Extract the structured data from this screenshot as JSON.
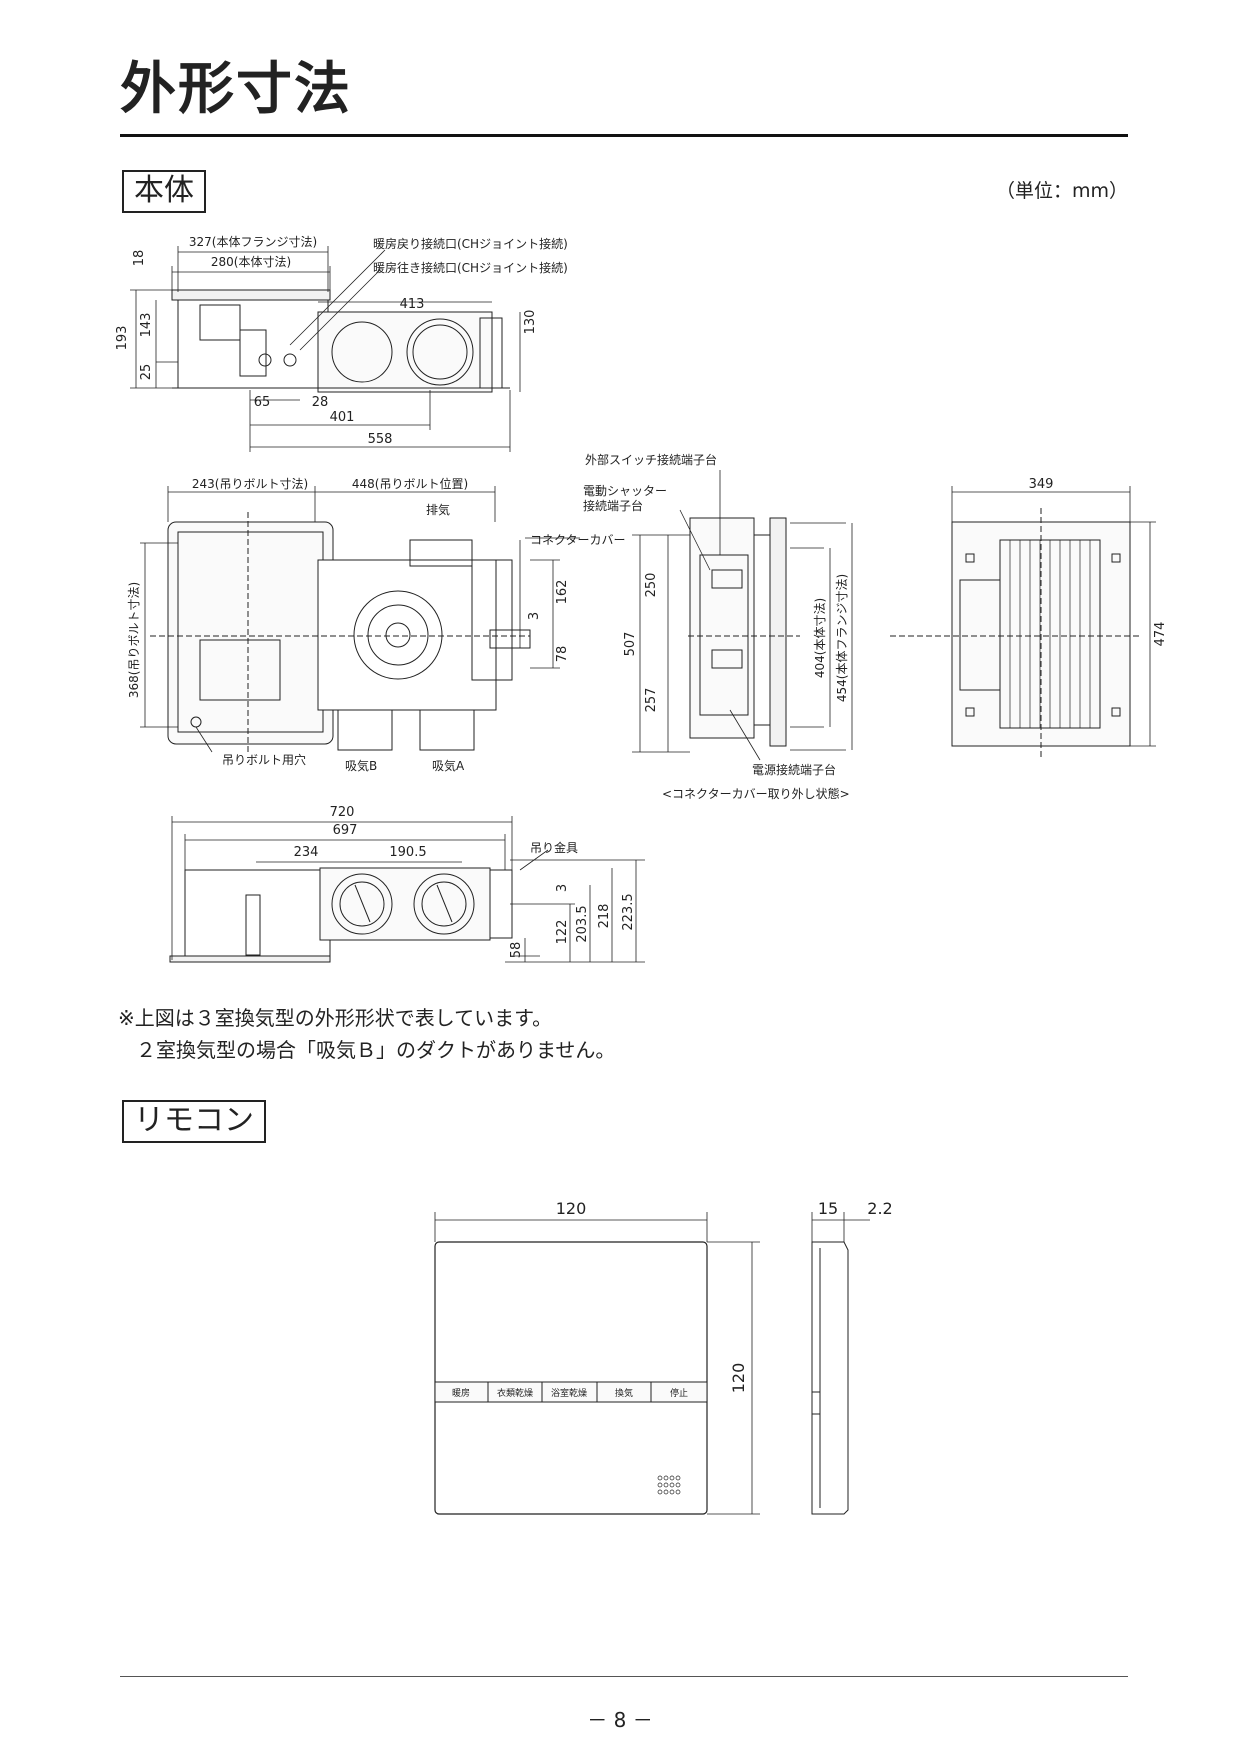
{
  "page": {
    "title": "外形寸法",
    "unit_note": "（単位：mm）",
    "page_number": "－ 8 －"
  },
  "main_unit": {
    "section_label": "本体",
    "labels": {
      "heat_return": "暖房戻り接続口(CHジョイント接続)",
      "heat_supply": "暖房往き接続口(CHジョイント接続)",
      "ext_switch": "外部スイッチ接続端子台",
      "shutter_1": "電動シャッター",
      "shutter_2": "接続端子台",
      "connector_cover": "コネクターカバー",
      "exhaust": "排気",
      "bolt_hole": "吊りボルト用穴",
      "intake_b": "吸気B",
      "intake_a": "吸気A",
      "power_terminal": "電源接続端子台",
      "cover_removed": "<コネクターカバー取り外し状態>",
      "hanger": "吊り金具"
    },
    "dims": {
      "top_18": "18",
      "top_193": "193",
      "top_143": "143",
      "top_25": "25",
      "flange_327": "327(本体フランジ寸法)",
      "body_280": "280(本体寸法)",
      "w_413": "413",
      "h_130": "130",
      "d_65": "65",
      "d_28": "28",
      "d_401": "401",
      "d_558": "558",
      "bolt_243": "243(吊りボルト寸法)",
      "bolt_448": "448(吊りボルト位置)",
      "bolt_368": "368(吊りボルト寸法)",
      "d_162": "162",
      "d_3a": "3",
      "d_78": "78",
      "side_250": "250",
      "side_507": "507",
      "side_257": "257",
      "side_404": "404(本体寸法)",
      "side_454": "454(本体フランジ寸法)",
      "grille_349": "349",
      "grille_474": "474",
      "b_720": "720",
      "b_697": "697",
      "b_234": "234",
      "b_190_5": "190.5",
      "b_3": "3",
      "b_122": "122",
      "b_203_5": "203.5",
      "b_218": "218",
      "b_223_5": "223.5",
      "b_58": "58"
    },
    "footnote_1": "※上図は３室換気型の外形形状で表しています。",
    "footnote_2": "２室換気型の場合「吸気Ｂ」のダクトがありません。"
  },
  "remote": {
    "section_label": "リモコン",
    "dims": {
      "width": "120",
      "height": "120",
      "depth": "15",
      "thin": "2.2"
    },
    "buttons": [
      "暖房",
      "衣類乾燥",
      "浴室乾燥",
      "換気",
      "停止"
    ]
  }
}
